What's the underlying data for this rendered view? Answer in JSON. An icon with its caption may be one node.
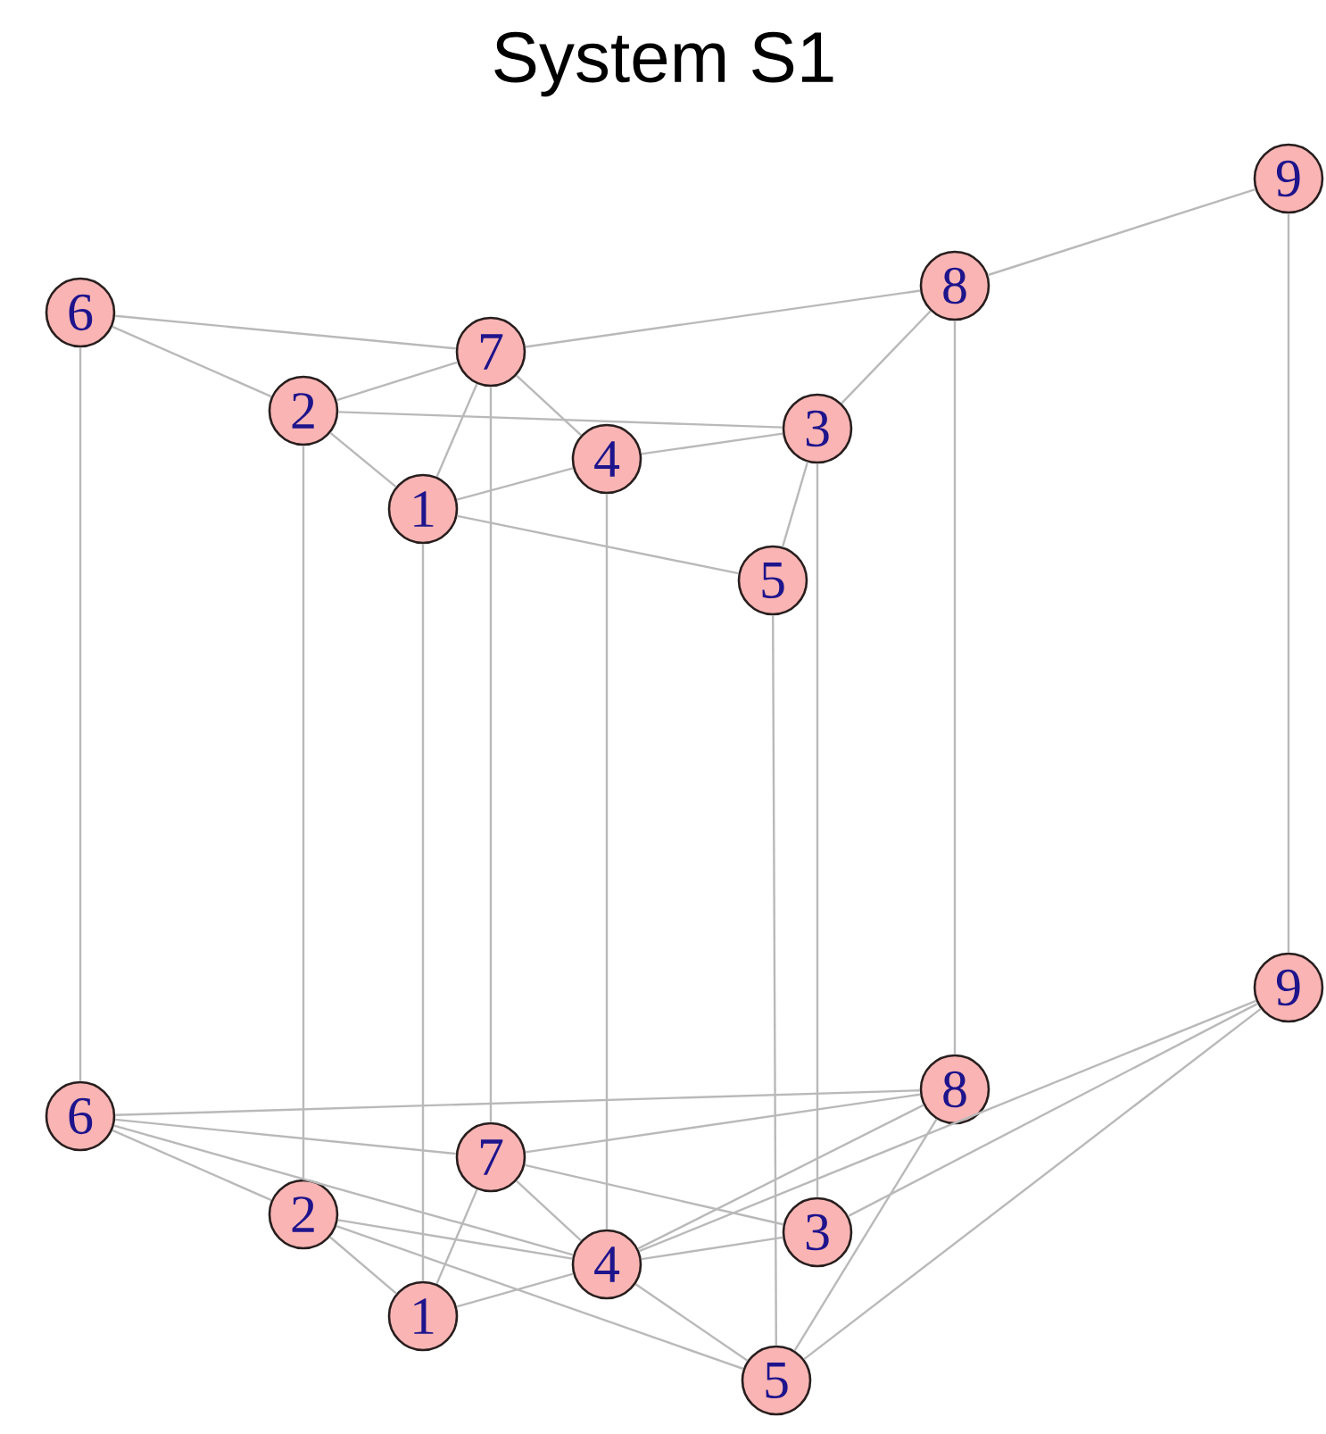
{
  "diagram": {
    "title": "System S1",
    "nodes": [
      {
        "text": [
          "1"
        ]
      },
      {
        "text": [
          "2"
        ]
      },
      {
        "text": [
          "3"
        ]
      },
      {
        "text": [
          "4"
        ]
      },
      {
        "text": [
          "5"
        ]
      },
      {
        "text": [
          "6"
        ]
      },
      {
        "text": [
          "7"
        ]
      },
      {
        "text": [
          "8"
        ]
      },
      {
        "text": [
          "9"
        ]
      },
      {
        "text": [
          "1"
        ]
      },
      {
        "text": [
          "2"
        ]
      },
      {
        "text": [
          "3"
        ]
      },
      {
        "text": [
          "4"
        ]
      },
      {
        "text": [
          "5"
        ]
      },
      {
        "text": [
          "6"
        ]
      },
      {
        "text": [
          "7"
        ]
      },
      {
        "text": [
          "8"
        ]
      },
      {
        "text": [
          "9"
        ]
      }
    ],
    "edges": [
      {
        "from": 5,
        "to": 6,
        "arrow": "none"
      },
      {
        "from": 5,
        "to": 1,
        "arrow": "none"
      },
      {
        "from": 1,
        "to": 6,
        "arrow": "none"
      },
      {
        "from": 1,
        "to": 2,
        "arrow": "none"
      },
      {
        "from": 1,
        "to": 0,
        "arrow": "none"
      },
      {
        "from": 6,
        "to": 0,
        "arrow": "none"
      },
      {
        "from": 6,
        "to": 3,
        "arrow": "none"
      },
      {
        "from": 6,
        "to": 7,
        "arrow": "none"
      },
      {
        "from": 7,
        "to": 8,
        "arrow": "none"
      },
      {
        "from": 7,
        "to": 2,
        "arrow": "none"
      },
      {
        "from": 3,
        "to": 0,
        "arrow": "none"
      },
      {
        "from": 3,
        "to": 2,
        "arrow": "none"
      },
      {
        "from": 0,
        "to": 4,
        "arrow": "none"
      },
      {
        "from": 2,
        "to": 4,
        "arrow": "none"
      },
      {
        "from": 0,
        "to": 9,
        "arrow": "none"
      },
      {
        "from": 1,
        "to": 10,
        "arrow": "none"
      },
      {
        "from": 2,
        "to": 11,
        "arrow": "none"
      },
      {
        "from": 3,
        "to": 12,
        "arrow": "none"
      },
      {
        "from": 4,
        "to": 13,
        "arrow": "none"
      },
      {
        "from": 5,
        "to": 14,
        "arrow": "none"
      },
      {
        "from": 6,
        "to": 15,
        "arrow": "none"
      },
      {
        "from": 7,
        "to": 16,
        "arrow": "none"
      },
      {
        "from": 8,
        "to": 17,
        "arrow": "none"
      },
      {
        "from": 14,
        "to": 16,
        "arrow": "none"
      },
      {
        "from": 14,
        "to": 15,
        "arrow": "none"
      },
      {
        "from": 15,
        "to": 11,
        "arrow": "none"
      },
      {
        "from": 14,
        "to": 12,
        "arrow": "none"
      },
      {
        "from": 14,
        "to": 10,
        "arrow": "none"
      },
      {
        "from": 15,
        "to": 16,
        "arrow": "none"
      },
      {
        "from": 15,
        "to": 9,
        "arrow": "none"
      },
      {
        "from": 15,
        "to": 12,
        "arrow": "none"
      },
      {
        "from": 10,
        "to": 12,
        "arrow": "none"
      },
      {
        "from": 10,
        "to": 13,
        "arrow": "none"
      },
      {
        "from": 10,
        "to": 9,
        "arrow": "none"
      },
      {
        "from": 9,
        "to": 12,
        "arrow": "none"
      },
      {
        "from": 12,
        "to": 16,
        "arrow": "none"
      },
      {
        "from": 12,
        "to": 17,
        "arrow": "none"
      },
      {
        "from": 12,
        "to": 11,
        "arrow": "none"
      },
      {
        "from": 12,
        "to": 13,
        "arrow": "none"
      },
      {
        "from": 11,
        "to": 17,
        "arrow": "none"
      },
      {
        "from": 13,
        "to": 16,
        "arrow": "none"
      },
      {
        "from": 13,
        "to": 17,
        "arrow": "none"
      }
    ]
  }
}
